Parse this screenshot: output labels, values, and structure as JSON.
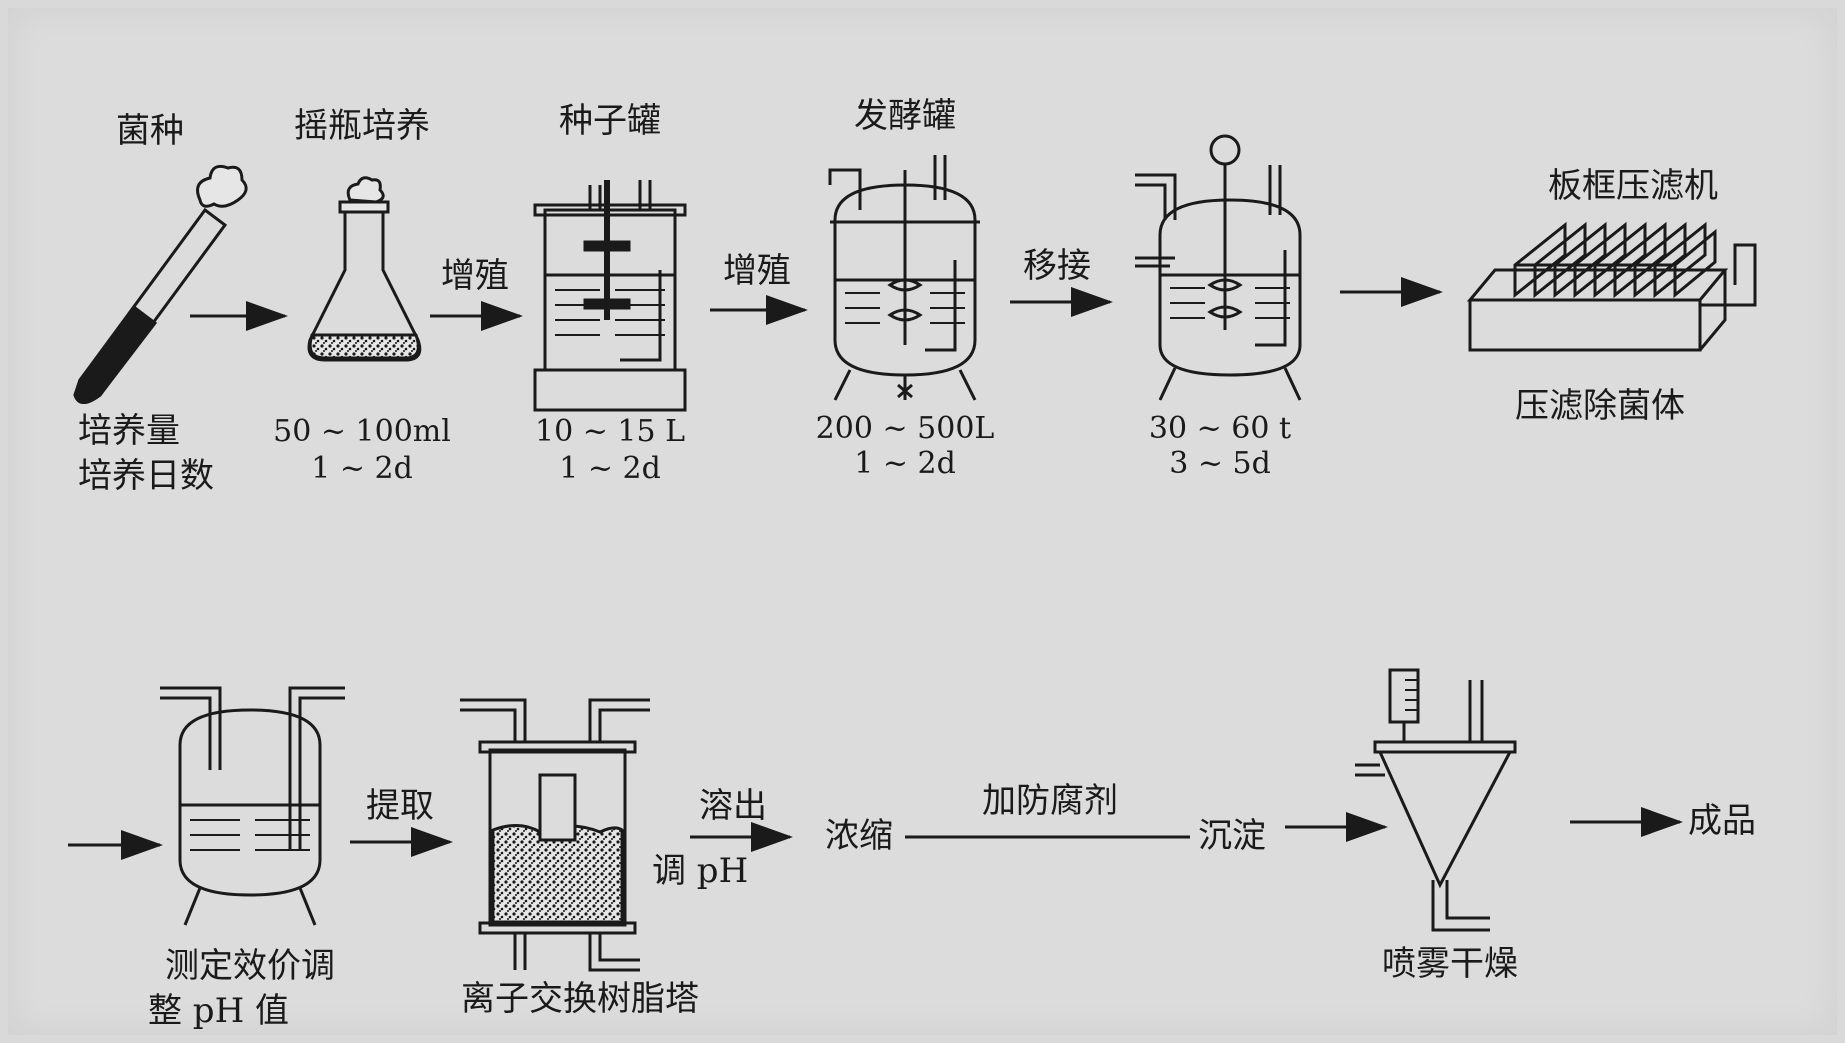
{
  "stages_top": {
    "strain": {
      "title": "菌种",
      "params": [
        "培养量",
        "培养日数"
      ]
    },
    "shake_flask": {
      "title": "摇瓶培养",
      "volume": "50 ~ 100ml",
      "days": "1 ~ 2d"
    },
    "seed_tank": {
      "title": "种子罐",
      "volume": "10 ~ 15 L",
      "days": "1 ~ 2d"
    },
    "fermenter": {
      "title": "发酵罐",
      "volume": "200 ~ 500L",
      "days": "1 ~ 2d"
    },
    "production_tank": {
      "volume": "30 ~ 60 t",
      "days": "3 ~ 5d"
    },
    "filter_press": {
      "title": "板框压滤机",
      "note": "压滤除菌体"
    }
  },
  "arrows_top": {
    "to_seed": "增殖",
    "to_fermenter": "增殖",
    "to_production": "移接"
  },
  "stages_bottom": {
    "titration_tank": {
      "caption_line1": "测定效价调",
      "caption_line2": "整 pH 值"
    },
    "ion_column": {
      "caption": "离子交换树脂塔"
    },
    "concentrate": "浓缩",
    "precipitate": "沉淀",
    "spray_dryer": {
      "caption": "喷雾干燥"
    },
    "product": "成品"
  },
  "arrows_bottom": {
    "extract": "提取",
    "elute": "溶出",
    "adjust_ph": "调 pH",
    "preservative": "加防腐剂"
  },
  "colors": {
    "ink": "#1a1a1a",
    "paper": "#dcdcdc"
  }
}
